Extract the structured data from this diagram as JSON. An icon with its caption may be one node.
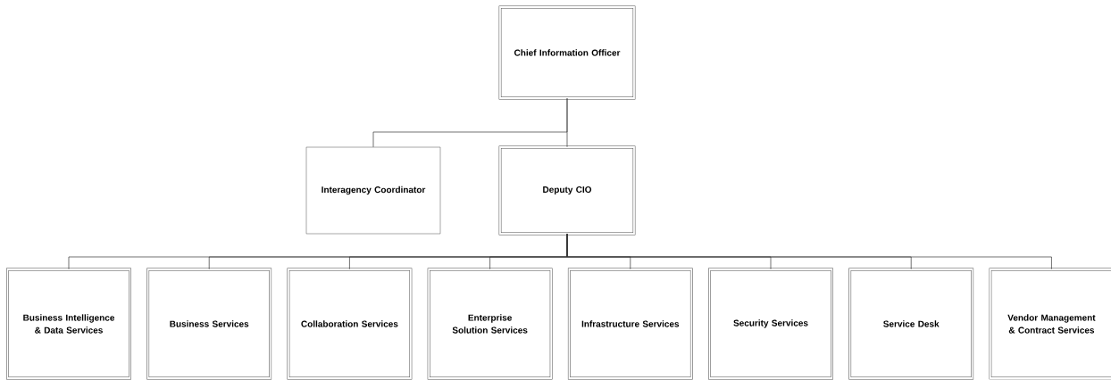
{
  "diagram": {
    "nodes": [
      {
        "text": [
          "Chief Information Officer"
        ]
      },
      {
        "text": [
          "Interagency Coordinator"
        ]
      },
      {
        "text": [
          "Deputy CIO"
        ]
      },
      {
        "text": [
          "Business Intelligence & Data Services"
        ]
      },
      {
        "text": [
          "Business Services"
        ]
      },
      {
        "text": [
          "Collaboration Services"
        ]
      },
      {
        "text": [
          "Enterprise Solution Services"
        ]
      },
      {
        "text": [
          "Infrastructure Services"
        ]
      },
      {
        "text": [
          "Security Services"
        ]
      },
      {
        "text": [
          "Service Desk"
        ]
      },
      {
        "text": [
          "Vendor Management & Contract Services"
        ]
      }
    ],
    "edges": [
      {
        "from": 0,
        "to": 1,
        "arrow": "none"
      },
      {
        "from": 0,
        "to": 2,
        "arrow": "none"
      },
      {
        "from": 2,
        "to": 3,
        "arrow": "none"
      },
      {
        "from": 2,
        "to": 4,
        "arrow": "none"
      },
      {
        "from": 2,
        "to": 5,
        "arrow": "none"
      },
      {
        "from": 2,
        "to": 6,
        "arrow": "none"
      },
      {
        "from": 2,
        "to": 7,
        "arrow": "none"
      },
      {
        "from": 2,
        "to": 8,
        "arrow": "none"
      },
      {
        "from": 2,
        "to": 9,
        "arrow": "none"
      },
      {
        "from": 2,
        "to": 10,
        "arrow": "none"
      }
    ]
  }
}
